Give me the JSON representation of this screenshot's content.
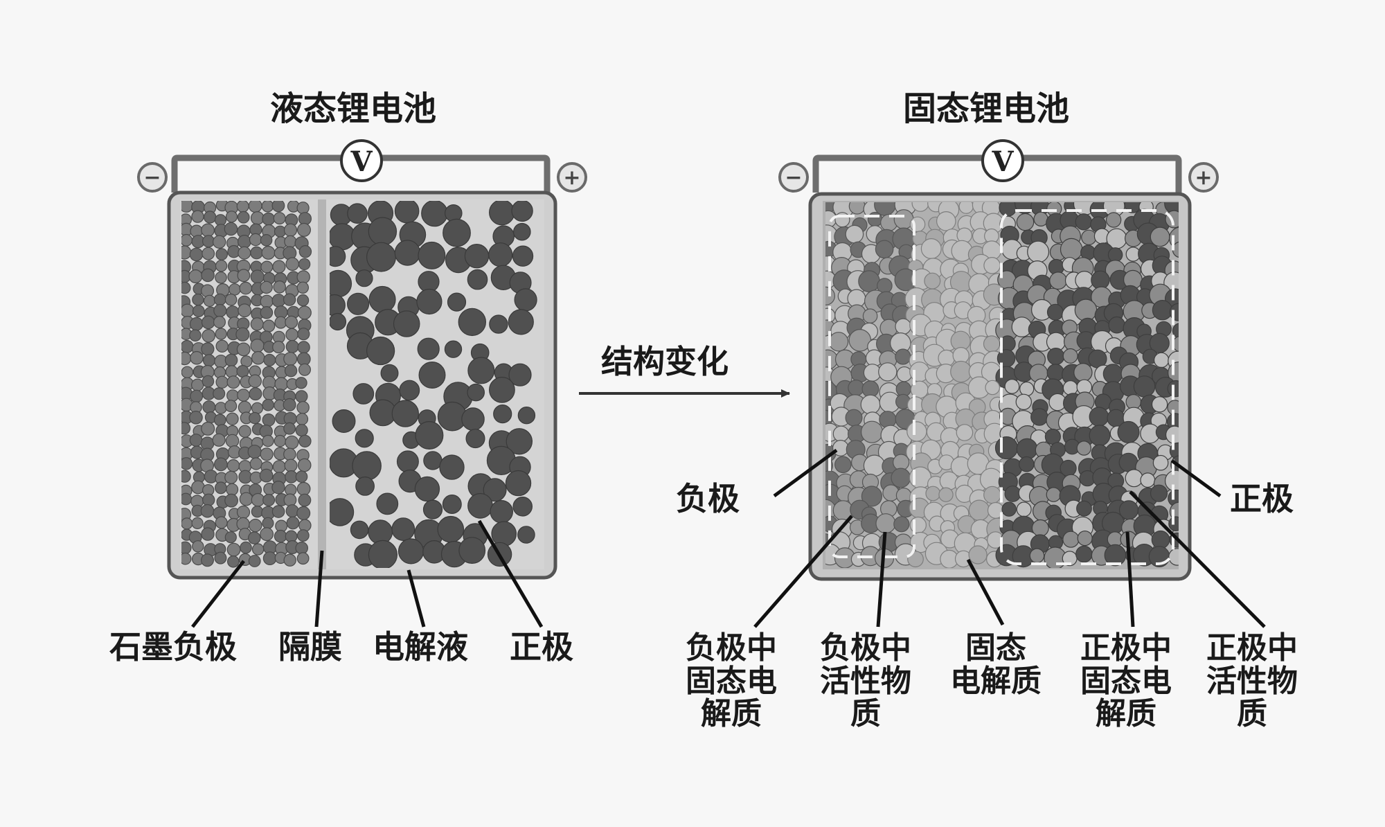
{
  "liquid_battery": {
    "title": "液态锂电池",
    "meter": "V",
    "neg_terminal": "−",
    "pos_terminal": "+",
    "labels": {
      "graphite_anode": "石墨负极",
      "separator": "隔膜",
      "electrolyte": "电解液",
      "cathode": "正极"
    }
  },
  "arrow": {
    "label": "结构变化"
  },
  "solid_battery": {
    "title": "固态锂电池",
    "meter": "V",
    "neg_terminal": "−",
    "pos_terminal": "+",
    "labels": {
      "anode": "负极",
      "cathode": "正极",
      "anode_se": [
        "负极中",
        "固态电",
        "解质"
      ],
      "anode_active": [
        "负极中",
        "活性物",
        "质"
      ],
      "solid_electrolyte": [
        "固态",
        "电解质"
      ],
      "cathode_se": [
        "正极中",
        "固态电",
        "解质"
      ],
      "cathode_active": [
        "正极中",
        "活性物",
        "质"
      ]
    }
  },
  "colors": {
    "background": "#f7f7f7",
    "casing": "#555555",
    "liquid_fill": "#d2d2d2",
    "particle_dark": "#505050",
    "particle_mid": "#767676",
    "particle_light": "#bdbdbd"
  }
}
